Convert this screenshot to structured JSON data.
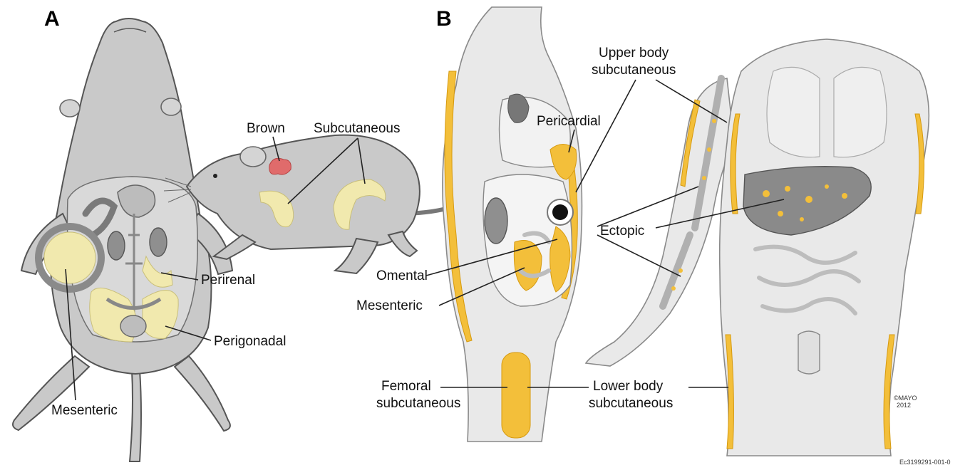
{
  "panels": {
    "a": {
      "letter": "A",
      "labels": {
        "brown": "Brown",
        "subcutaneous": "Subcutaneous",
        "perirenal": "Perirenal",
        "perigonadal": "Perigonadal",
        "mesenteric": "Mesenteric"
      }
    },
    "b": {
      "letter": "B",
      "labels": {
        "upper_body_line1": "Upper body",
        "upper_body_line2": "subcutaneous",
        "pericardial": "Pericardial",
        "ectopic": "Ectopic",
        "omental": "Omental",
        "mesenteric": "Mesenteric",
        "femoral_line1": "Femoral",
        "femoral_line2": "subcutaneous",
        "lower_body_line1": "Lower body",
        "lower_body_line2": "subcutaneous"
      },
      "copyright_line1": "©MAYO",
      "copyright_line2": "2012"
    }
  },
  "figure_id": "Ec3199291-001-0",
  "colors": {
    "white_fat": "#f1e9ae",
    "brown_fat": "#e06b6b",
    "human_fat": "#f3bf3a",
    "mouse_skin": "#c9c9c9",
    "human_skin": "#e9e9e9"
  }
}
